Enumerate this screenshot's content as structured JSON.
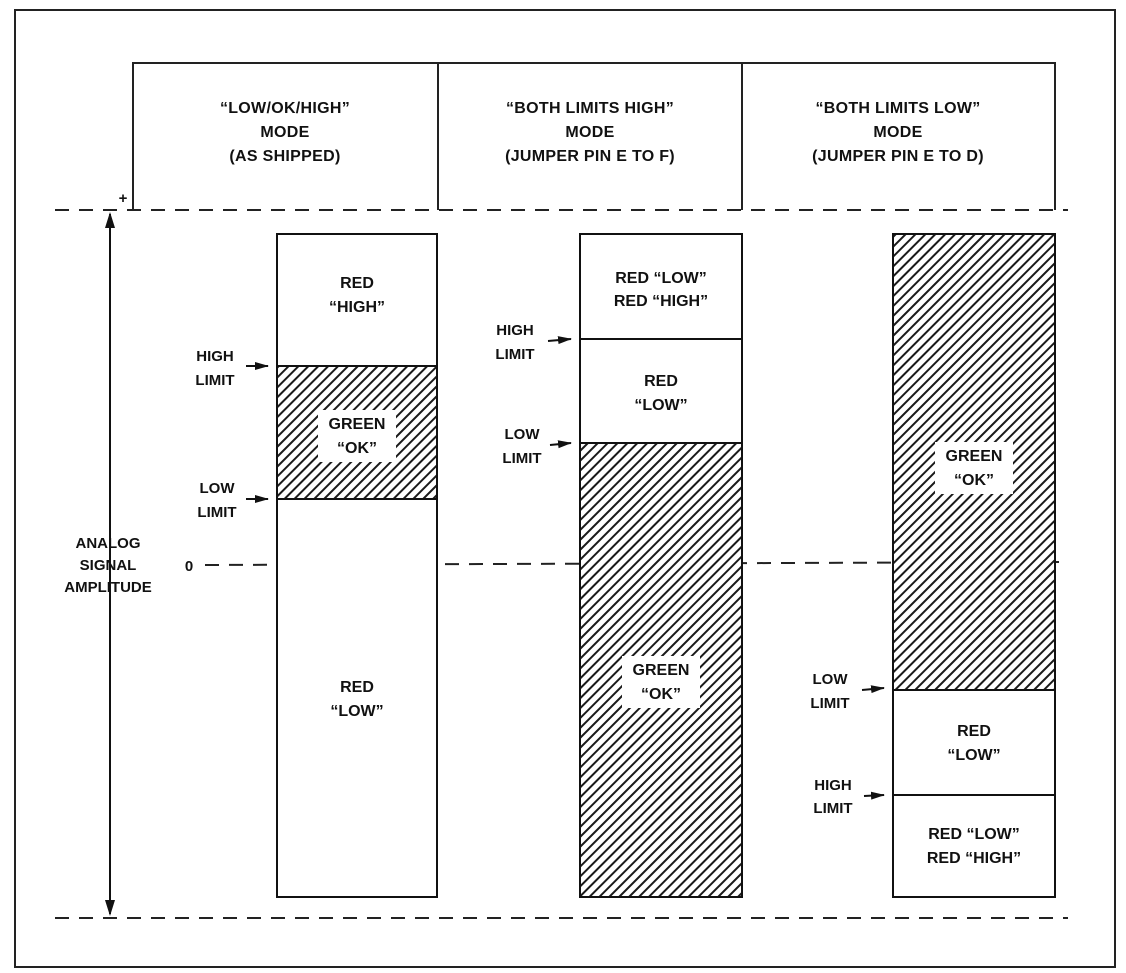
{
  "columns": [
    {
      "header": [
        "“LOW/OK/HIGH”",
        "MODE",
        "(AS SHIPPED)"
      ],
      "zones": [
        [
          "RED",
          "“HIGH”"
        ],
        [
          "GREEN",
          "“OK”"
        ],
        [
          "RED",
          "“LOW”"
        ]
      ],
      "limits": [
        [
          "HIGH",
          "LIMIT"
        ],
        [
          "LOW",
          "LIMIT"
        ]
      ]
    },
    {
      "header": [
        "“BOTH LIMITS HIGH”",
        "MODE",
        "(JUMPER PIN E TO F)"
      ],
      "zones": [
        [
          "RED “LOW”",
          "RED “HIGH”"
        ],
        [
          "RED",
          "“LOW”"
        ],
        [
          "GREEN",
          "“OK”"
        ]
      ],
      "limits": [
        [
          "HIGH",
          "LIMIT"
        ],
        [
          "LOW",
          "LIMIT"
        ]
      ]
    },
    {
      "header": [
        "“BOTH LIMITS LOW”",
        "MODE",
        "(JUMPER PIN E TO D)"
      ],
      "zones": [
        [
          "GREEN",
          "“OK”"
        ],
        [
          "RED",
          "“LOW”"
        ],
        [
          "RED “LOW”",
          "RED “HIGH”"
        ]
      ],
      "limits": [
        [
          "LOW",
          "LIMIT"
        ],
        [
          "HIGH",
          "LIMIT"
        ]
      ]
    }
  ],
  "axis": {
    "label": [
      "ANALOG",
      "SIGNAL",
      "AMPLITUDE"
    ],
    "plus": "+",
    "zero": "0"
  }
}
